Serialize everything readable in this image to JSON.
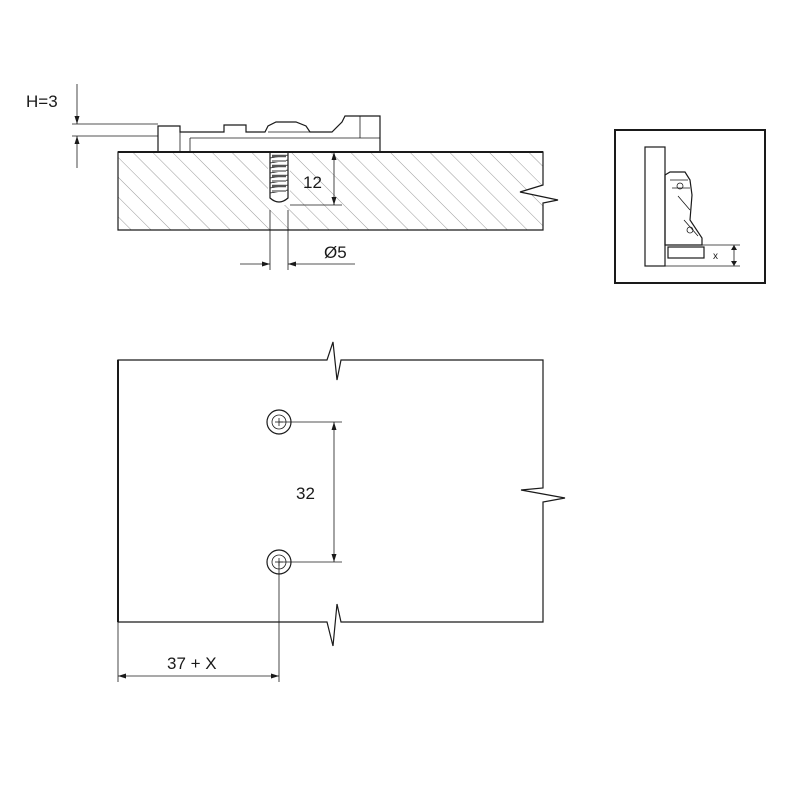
{
  "side_view": {
    "h_label": "H=3",
    "depth_label": "12",
    "diameter_label": "Ø5"
  },
  "inset": {
    "x_label": "x"
  },
  "front_view": {
    "spacing_label": "32",
    "offset_label": "37 + X"
  }
}
